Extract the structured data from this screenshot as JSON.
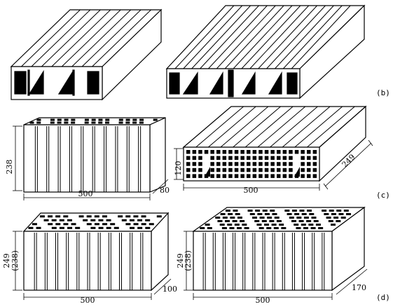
{
  "labels": {
    "row_b": "(b)",
    "row_c": "(c)",
    "row_d": "(d)"
  },
  "dimensions": {
    "c_left_height": "238",
    "c_left_length": "500",
    "c_left_depth": "80",
    "c_right_height": "120",
    "c_right_length": "500",
    "c_right_width": "249",
    "d_left_height": "249",
    "d_left_height_alt": "(238)",
    "d_left_length": "500",
    "d_left_depth": "100",
    "d_right_height": "249",
    "d_right_height_alt": "(238)",
    "d_right_length": "500",
    "d_right_depth": "170"
  },
  "colors": {
    "ink": "#000000",
    "paper": "#ffffff"
  }
}
